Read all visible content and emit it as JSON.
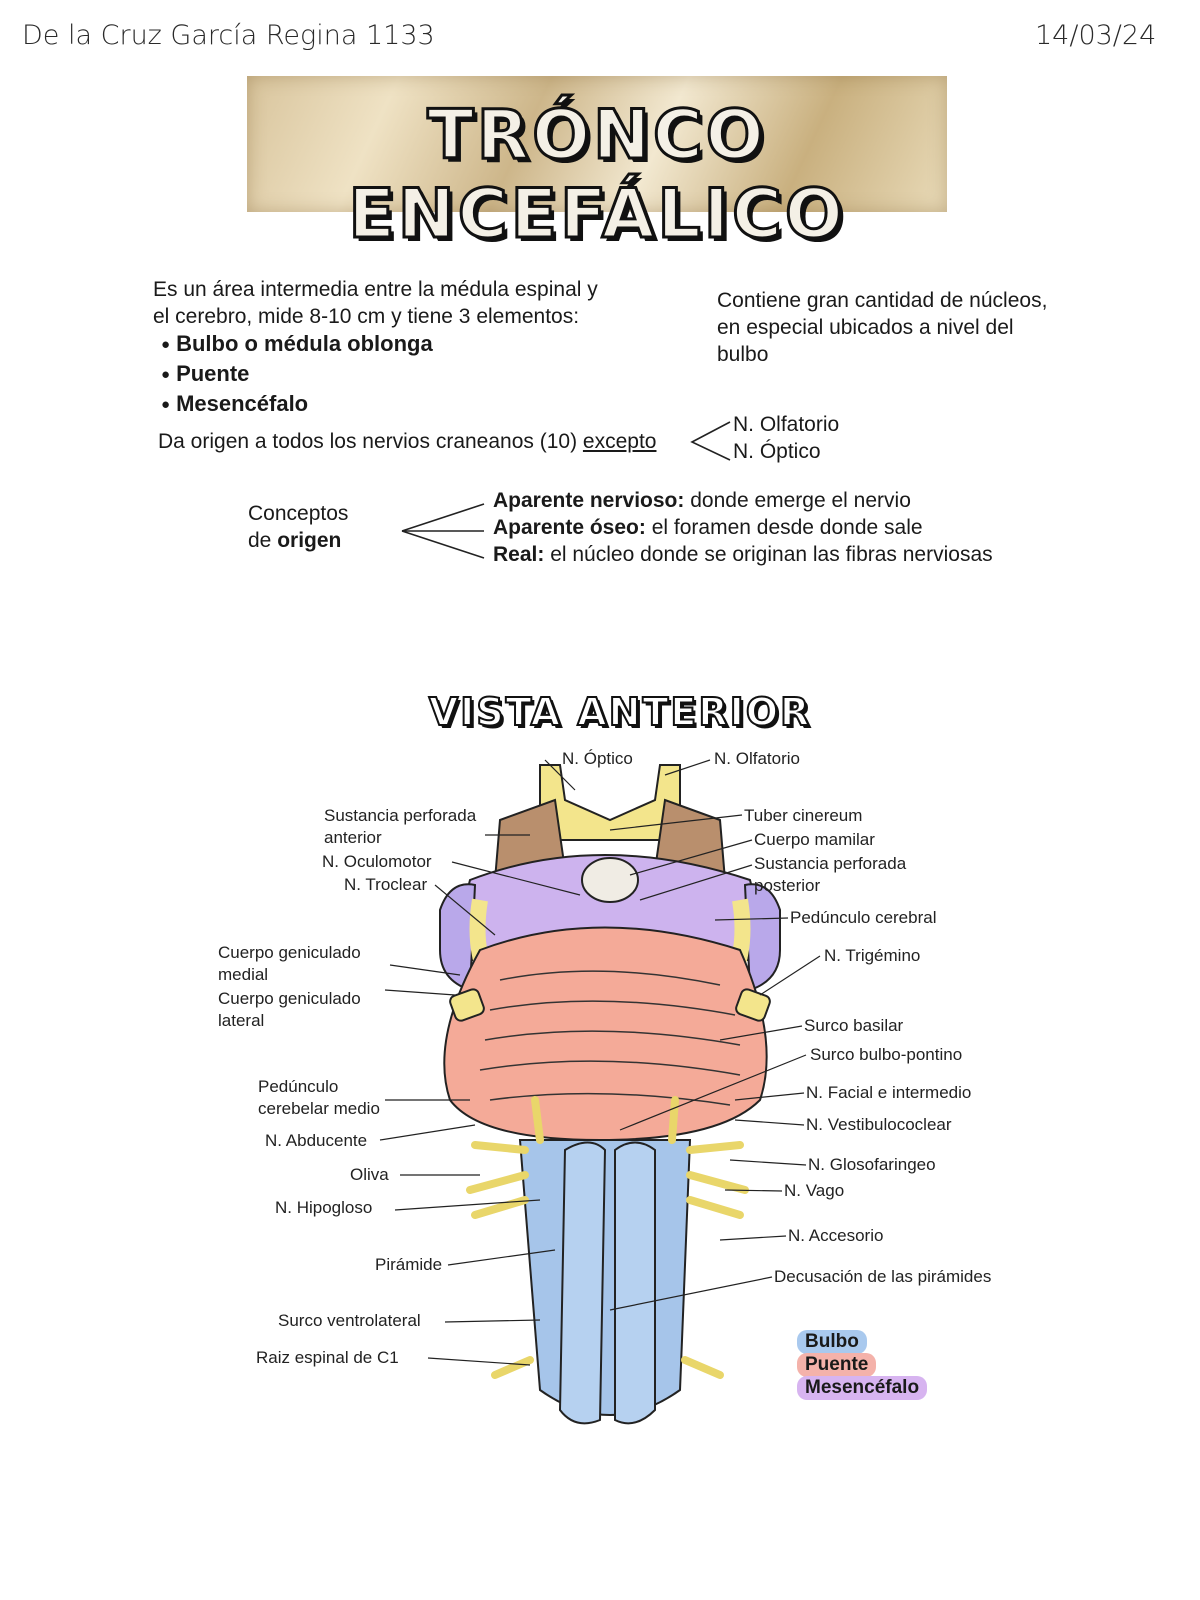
{
  "header": {
    "author": "De la Cruz García Regina 1133",
    "date": "14/03/24"
  },
  "title": "TRÓNCO ENCEFÁLICO",
  "intro": {
    "line1": "Es un área intermedia entre la médula espinal y",
    "line2": "el cerebro, mide 8-10 cm y tiene 3 elementos:",
    "items": [
      "Bulbo o médula oblonga",
      "Puente",
      "Mesencéfalo"
    ]
  },
  "nuclei": {
    "line1": "Contiene gran cantidad de núcleos,",
    "line2": "en especial ubicados a nivel del",
    "line3": "bulbo"
  },
  "origin": {
    "text": "Da origen a todos los nervios craneanos (10)",
    "except": "excepto",
    "nerves": [
      "N. Olfatorio",
      "N. Óptico"
    ]
  },
  "concepts": {
    "label1": "Conceptos",
    "label2_prefix": "de ",
    "label2_bold": "origen",
    "items": [
      {
        "term": "Aparente nervioso:",
        "desc": " donde emerge el nervio"
      },
      {
        "term": "Aparente óseo:",
        "desc": " el foramen desde donde sale"
      },
      {
        "term": "Real:",
        "desc": " el núcleo donde se originan las fibras nerviosas"
      }
    ]
  },
  "diagram": {
    "title": "VISTA ANTERIOR",
    "labels": {
      "optico": "N. Óptico",
      "olfatorio": "N. Olfatorio",
      "sust_perf_ant1": "Sustancia perforada",
      "sust_perf_ant2": "anterior",
      "oculomotor": "N. Oculomotor",
      "troclear": "N. Troclear",
      "cg_medial1": "Cuerpo geniculado",
      "cg_medial2": "medial",
      "cg_lateral1": "Cuerpo geniculado",
      "cg_lateral2": "lateral",
      "ped_cereb_medio1": "Pedúnculo",
      "ped_cereb_medio2": "cerebelar medio",
      "abducente": "N. Abducente",
      "oliva": "Oliva",
      "hipogloso": "N. Hipogloso",
      "piramide": "Pirámide",
      "surco_ventrolateral": "Surco ventrolateral",
      "raiz_c1": "Raiz espinal de C1",
      "tuber": "Tuber cinereum",
      "cuerpo_mamilar": "Cuerpo mamilar",
      "sust_perf_post1": "Sustancia perforada",
      "sust_perf_post2": "posterior",
      "ped_cerebral": "Pedúnculo cerebral",
      "trigemino": "N. Trigémino",
      "surco_basilar": "Surco basilar",
      "surco_bulbo": "Surco bulbo-pontino",
      "facial": "N. Facial e intermedio",
      "vestibulococlear": "N. Vestibulococlear",
      "glosofaringeo": "N. Glosofaringeo",
      "vago": "N. Vago",
      "accesorio": "N. Accesorio",
      "decusacion": "Decusación de las pirámides"
    },
    "legend": [
      {
        "label": "Bulbo",
        "color": "#a9c9ee"
      },
      {
        "label": "Puente",
        "color": "#f4b2aa"
      },
      {
        "label": "Mesencéfalo",
        "color": "#d7b4f0"
      }
    ]
  }
}
